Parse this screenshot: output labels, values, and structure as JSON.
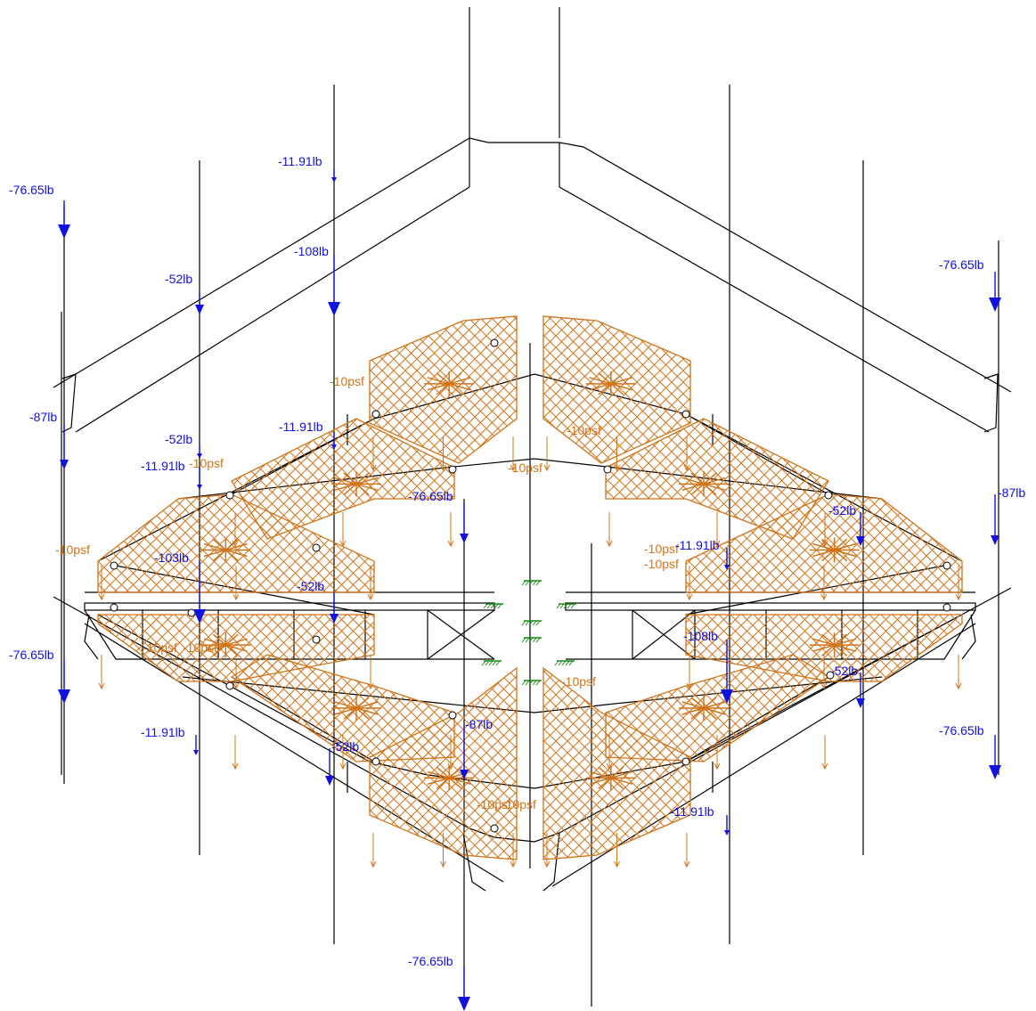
{
  "colors": {
    "frame": "#000000",
    "point_load": "#1010e0",
    "area_load": "#d0741a",
    "support": "#1a8a1a"
  },
  "point_loads": [
    {
      "label": "-76.65lb",
      "size": "large"
    },
    {
      "label": "-11.91lb",
      "size": "small"
    },
    {
      "label": "-52lb",
      "size": "medium"
    },
    {
      "label": "-108lb",
      "size": "large"
    },
    {
      "label": "-76.65lb",
      "size": "large"
    },
    {
      "label": "-87lb",
      "size": "medium"
    },
    {
      "label": "-52lb",
      "size": "small"
    },
    {
      "label": "-11.91lb",
      "size": "small"
    },
    {
      "label": "-11.91lb",
      "size": "small"
    },
    {
      "label": "-76.65lb",
      "size": "medium"
    },
    {
      "label": "-103lb",
      "size": "large"
    },
    {
      "label": "-52lb",
      "size": "medium"
    },
    {
      "label": "-76.65lb",
      "size": "large"
    },
    {
      "label": "-87lb",
      "size": "medium"
    },
    {
      "label": "-52lb",
      "size": "medium"
    },
    {
      "label": "-11.91lb",
      "size": "small"
    },
    {
      "label": "-87lb",
      "size": "medium"
    },
    {
      "label": "-11.91lb",
      "size": "small"
    },
    {
      "label": "-52lb",
      "size": "medium"
    },
    {
      "label": "-108lb",
      "size": "large"
    },
    {
      "label": "-52lb",
      "size": "medium"
    },
    {
      "label": "-76.65lb",
      "size": "large"
    },
    {
      "label": "-11.91lb",
      "size": "small"
    },
    {
      "label": "-76.65lb",
      "size": "large"
    }
  ],
  "area_loads": [
    {
      "label": "-10psf"
    },
    {
      "label": "-10psf"
    },
    {
      "label": "-10psf"
    },
    {
      "label": "-10psf"
    },
    {
      "label": "-10psf"
    },
    {
      "label": "-10psf"
    },
    {
      "label": "-10psf"
    },
    {
      "label": "-10psf"
    },
    {
      "label": "-10psf"
    },
    {
      "label": "-10psf"
    },
    {
      "label": "-10psf"
    },
    {
      "label": "-10psf"
    }
  ]
}
